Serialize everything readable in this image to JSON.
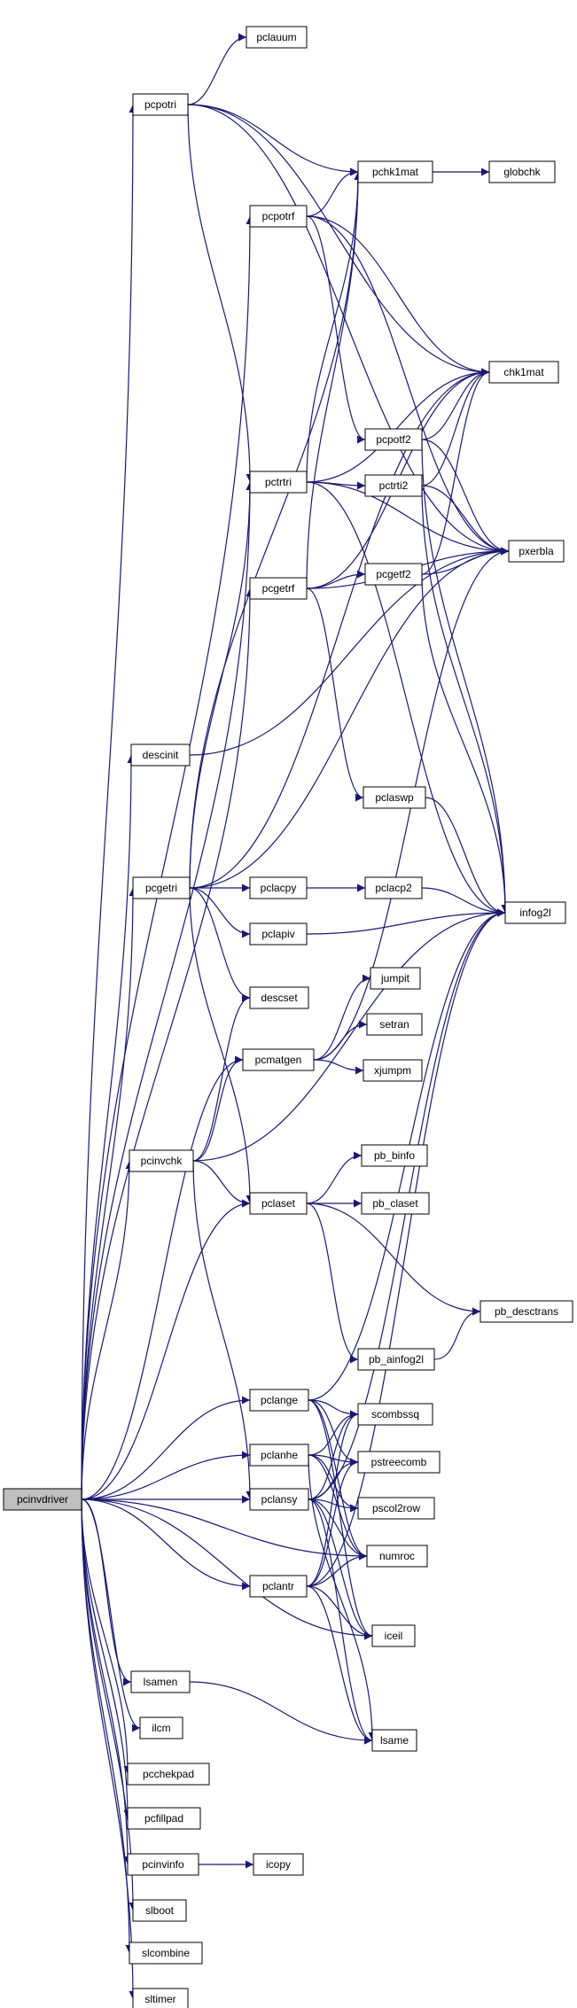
{
  "graph": {
    "root": "pcinvdriver",
    "colors": {
      "edge": "#191970",
      "root_fill": "#bfbfbf",
      "node_fill": "#ffffff",
      "node_border": "#000000",
      "undocumented_border": "#ff0000"
    },
    "nodes": [
      {
        "id": "pcinvdriver",
        "label": "pcinvdriver",
        "style": "root"
      },
      {
        "id": "pcpotri",
        "label": "pcpotri",
        "style": "normal"
      },
      {
        "id": "pclauum",
        "label": "pclauum",
        "style": "red"
      },
      {
        "id": "pchk1mat",
        "label": "pchk1mat",
        "style": "normal"
      },
      {
        "id": "globchk",
        "label": "globchk",
        "style": "normal"
      },
      {
        "id": "pcpotrf",
        "label": "pcpotrf",
        "style": "normal"
      },
      {
        "id": "chk1mat",
        "label": "chk1mat",
        "style": "normal"
      },
      {
        "id": "pcpotf2",
        "label": "pcpotf2",
        "style": "normal"
      },
      {
        "id": "pctrti2",
        "label": "pctrti2",
        "style": "normal"
      },
      {
        "id": "pctrtri",
        "label": "pctrtri",
        "style": "normal"
      },
      {
        "id": "pxerbla",
        "label": "pxerbla",
        "style": "normal"
      },
      {
        "id": "pcgetrf",
        "label": "pcgetrf",
        "style": "normal"
      },
      {
        "id": "pcgetf2",
        "label": "pcgetf2",
        "style": "normal"
      },
      {
        "id": "descinit",
        "label": "descinit",
        "style": "normal"
      },
      {
        "id": "pclaswp",
        "label": "pclaswp",
        "style": "normal"
      },
      {
        "id": "pcgetri",
        "label": "pcgetri",
        "style": "normal"
      },
      {
        "id": "pclacpy",
        "label": "pclacpy",
        "style": "normal"
      },
      {
        "id": "pclacp2",
        "label": "pclacp2",
        "style": "normal"
      },
      {
        "id": "infog2l",
        "label": "infog2l",
        "style": "normal"
      },
      {
        "id": "pclapiv",
        "label": "pclapiv",
        "style": "red"
      },
      {
        "id": "jumpit",
        "label": "jumpit",
        "style": "red"
      },
      {
        "id": "descset",
        "label": "descset",
        "style": "normal"
      },
      {
        "id": "setran",
        "label": "setran",
        "style": "normal"
      },
      {
        "id": "pcmatgen",
        "label": "pcmatgen",
        "style": "normal"
      },
      {
        "id": "xjumpm",
        "label": "xjumpm",
        "style": "red"
      },
      {
        "id": "pcinvchk",
        "label": "pcinvchk",
        "style": "normal"
      },
      {
        "id": "pb_binfo",
        "label": "pb_binfo",
        "style": "normal"
      },
      {
        "id": "pclaset",
        "label": "pclaset",
        "style": "normal"
      },
      {
        "id": "pb_claset",
        "label": "pb_claset",
        "style": "normal"
      },
      {
        "id": "pb_desctrans",
        "label": "pb_desctrans",
        "style": "normal"
      },
      {
        "id": "pb_ainfog2l",
        "label": "pb_ainfog2l",
        "style": "normal"
      },
      {
        "id": "pclange",
        "label": "pclange",
        "style": "normal"
      },
      {
        "id": "scombssq",
        "label": "scombssq",
        "style": "normal"
      },
      {
        "id": "pclanhe",
        "label": "pclanhe",
        "style": "normal"
      },
      {
        "id": "pstreecomb",
        "label": "pstreecomb",
        "style": "normal"
      },
      {
        "id": "pclansy",
        "label": "pclansy",
        "style": "normal"
      },
      {
        "id": "pscol2row",
        "label": "pscol2row",
        "style": "normal"
      },
      {
        "id": "numroc",
        "label": "numroc",
        "style": "normal"
      },
      {
        "id": "pclantr",
        "label": "pclantr",
        "style": "normal"
      },
      {
        "id": "iceil",
        "label": "iceil",
        "style": "normal"
      },
      {
        "id": "lsamen",
        "label": "lsamen",
        "style": "normal"
      },
      {
        "id": "lsame",
        "label": "lsame",
        "style": "normal"
      },
      {
        "id": "ilcm",
        "label": "ilcm",
        "style": "normal"
      },
      {
        "id": "pcchekpad",
        "label": "pcchekpad",
        "style": "normal"
      },
      {
        "id": "pcfillpad",
        "label": "pcfillpad",
        "style": "normal"
      },
      {
        "id": "pcinvinfo",
        "label": "pcinvinfo",
        "style": "normal"
      },
      {
        "id": "icopy",
        "label": "icopy",
        "style": "normal"
      },
      {
        "id": "slboot",
        "label": "slboot",
        "style": "normal"
      },
      {
        "id": "slcombine",
        "label": "slcombine",
        "style": "normal"
      },
      {
        "id": "sltimer",
        "label": "sltimer",
        "style": "normal"
      }
    ],
    "edges": [
      [
        "pcinvdriver",
        "pcpotri"
      ],
      [
        "pcinvdriver",
        "pcpotrf"
      ],
      [
        "pcinvdriver",
        "pctrtri"
      ],
      [
        "pcinvdriver",
        "pcgetrf"
      ],
      [
        "pcinvdriver",
        "descinit"
      ],
      [
        "pcinvdriver",
        "pcgetri"
      ],
      [
        "pcinvdriver",
        "pcmatgen"
      ],
      [
        "pcinvdriver",
        "pcinvchk"
      ],
      [
        "pcinvdriver",
        "pclaset"
      ],
      [
        "pcinvdriver",
        "pclange"
      ],
      [
        "pcinvdriver",
        "pclanhe"
      ],
      [
        "pcinvdriver",
        "pclansy"
      ],
      [
        "pcinvdriver",
        "numroc"
      ],
      [
        "pcinvdriver",
        "pclantr"
      ],
      [
        "pcinvdriver",
        "iceil"
      ],
      [
        "pcinvdriver",
        "lsamen"
      ],
      [
        "pcinvdriver",
        "ilcm"
      ],
      [
        "pcinvdriver",
        "pcchekpad"
      ],
      [
        "pcinvdriver",
        "pcfillpad"
      ],
      [
        "pcinvdriver",
        "pcinvinfo"
      ],
      [
        "pcinvdriver",
        "slboot"
      ],
      [
        "pcinvdriver",
        "slcombine"
      ],
      [
        "pcinvdriver",
        "sltimer"
      ],
      [
        "pcpotri",
        "pclauum"
      ],
      [
        "pcpotri",
        "pchk1mat"
      ],
      [
        "pcpotri",
        "chk1mat"
      ],
      [
        "pcpotri",
        "pxerbla"
      ],
      [
        "pcpotri",
        "pctrtri"
      ],
      [
        "pchk1mat",
        "globchk"
      ],
      [
        "pcpotrf",
        "pchk1mat"
      ],
      [
        "pcpotrf",
        "chk1mat"
      ],
      [
        "pcpotrf",
        "pcpotf2"
      ],
      [
        "pcpotrf",
        "pxerbla"
      ],
      [
        "pcpotf2",
        "chk1mat"
      ],
      [
        "pcpotf2",
        "pxerbla"
      ],
      [
        "pcpotf2",
        "infog2l"
      ],
      [
        "pctrtri",
        "pchk1mat"
      ],
      [
        "pctrtri",
        "chk1mat"
      ],
      [
        "pctrtri",
        "pctrti2"
      ],
      [
        "pctrtri",
        "pxerbla"
      ],
      [
        "pctrtri",
        "infog2l"
      ],
      [
        "pctrti2",
        "chk1mat"
      ],
      [
        "pctrti2",
        "pxerbla"
      ],
      [
        "pctrti2",
        "infog2l"
      ],
      [
        "pcgetrf",
        "pchk1mat"
      ],
      [
        "pcgetrf",
        "chk1mat"
      ],
      [
        "pcgetrf",
        "pcgetf2"
      ],
      [
        "pcgetrf",
        "pxerbla"
      ],
      [
        "pcgetrf",
        "pclaswp"
      ],
      [
        "pcgetf2",
        "chk1mat"
      ],
      [
        "pcgetf2",
        "pxerbla"
      ],
      [
        "pcgetf2",
        "infog2l"
      ],
      [
        "descinit",
        "pxerbla"
      ],
      [
        "pclaswp",
        "infog2l"
      ],
      [
        "pcgetri",
        "pchk1mat"
      ],
      [
        "pcgetri",
        "chk1mat"
      ],
      [
        "pcgetri",
        "pxerbla"
      ],
      [
        "pcgetri",
        "pclacpy"
      ],
      [
        "pcgetri",
        "pclapiv"
      ],
      [
        "pcgetri",
        "descset"
      ],
      [
        "pcgetri",
        "pclaset"
      ],
      [
        "pcgetri",
        "pctrtri"
      ],
      [
        "pclacpy",
        "pclacp2"
      ],
      [
        "pclacp2",
        "infog2l"
      ],
      [
        "pclapiv",
        "infog2l"
      ],
      [
        "pcmatgen",
        "jumpit"
      ],
      [
        "pcmatgen",
        "setran"
      ],
      [
        "pcmatgen",
        "xjumpm"
      ],
      [
        "pcmatgen",
        "pxerbla"
      ],
      [
        "pcinvchk",
        "pcmatgen"
      ],
      [
        "pcinvchk",
        "descset"
      ],
      [
        "pcinvchk",
        "pclaset"
      ],
      [
        "pcinvchk",
        "infog2l"
      ],
      [
        "pcinvchk",
        "pclansy"
      ],
      [
        "pclaset",
        "pb_binfo"
      ],
      [
        "pclaset",
        "pb_claset"
      ],
      [
        "pclaset",
        "pb_desctrans"
      ],
      [
        "pclaset",
        "pb_ainfog2l"
      ],
      [
        "pb_ainfog2l",
        "pb_desctrans"
      ],
      [
        "pclange",
        "scombssq"
      ],
      [
        "pclange",
        "pstreecomb"
      ],
      [
        "pclange",
        "numroc"
      ],
      [
        "pclange",
        "iceil"
      ],
      [
        "pclange",
        "infog2l"
      ],
      [
        "pclanhe",
        "scombssq"
      ],
      [
        "pclanhe",
        "pstreecomb"
      ],
      [
        "pclanhe",
        "pscol2row"
      ],
      [
        "pclanhe",
        "numroc"
      ],
      [
        "pclanhe",
        "lsame"
      ],
      [
        "pclansy",
        "scombssq"
      ],
      [
        "pclansy",
        "pstreecomb"
      ],
      [
        "pclansy",
        "pscol2row"
      ],
      [
        "pclansy",
        "numroc"
      ],
      [
        "pclansy",
        "iceil"
      ],
      [
        "pclansy",
        "lsame"
      ],
      [
        "pclansy",
        "infog2l"
      ],
      [
        "pclantr",
        "scombssq"
      ],
      [
        "pclantr",
        "pstreecomb"
      ],
      [
        "pclantr",
        "numroc"
      ],
      [
        "pclantr",
        "iceil"
      ],
      [
        "pclantr",
        "lsame"
      ],
      [
        "pclantr",
        "infog2l"
      ],
      [
        "lsamen",
        "lsame"
      ],
      [
        "pcinvinfo",
        "icopy"
      ]
    ]
  }
}
